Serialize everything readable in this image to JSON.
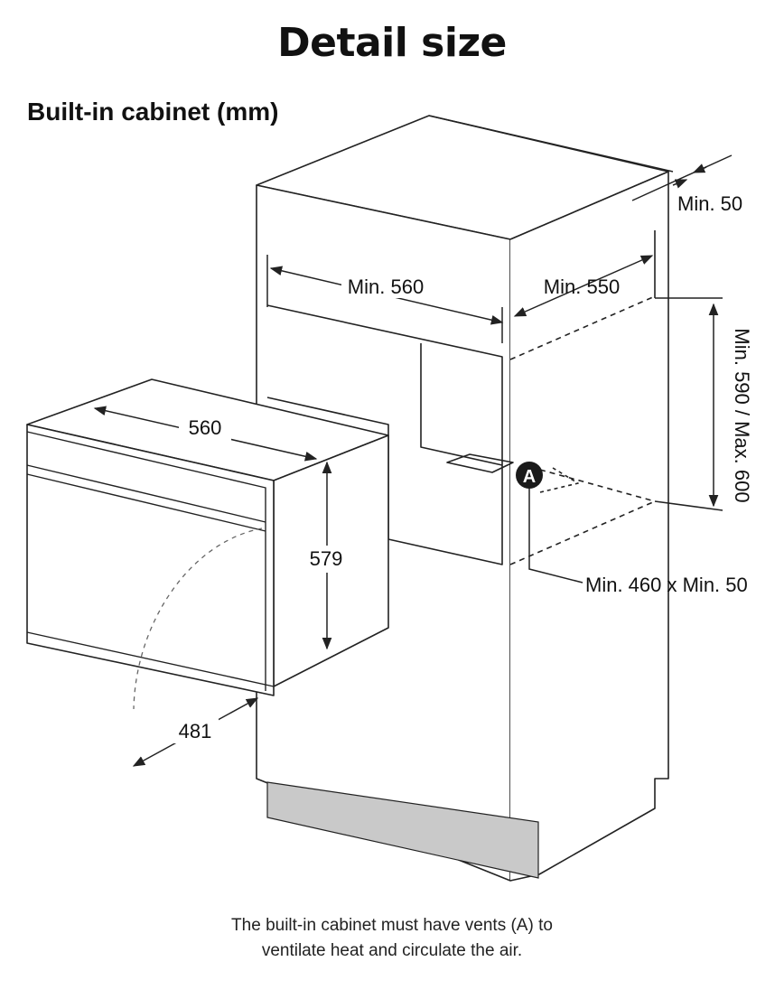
{
  "title": "Detail size",
  "subtitle": "Built-in cabinet (mm)",
  "dimensions": {
    "cabinet_width": "Min. 560",
    "cabinet_depth": "Min. 550",
    "top_clearance": "Min. 50",
    "opening_height": "Min. 590 / Max. 600",
    "vent_size": "Min. 460 x Min. 50",
    "oven_width": "560",
    "oven_height": "579",
    "door_swing": "481"
  },
  "vent_marker": "A",
  "caption": {
    "line1": "The built-in cabinet must have vents (A) to",
    "line2": "ventilate heat and circulate the air."
  },
  "colors": {
    "line": "#222222",
    "plinth": "#c9c9c9"
  }
}
